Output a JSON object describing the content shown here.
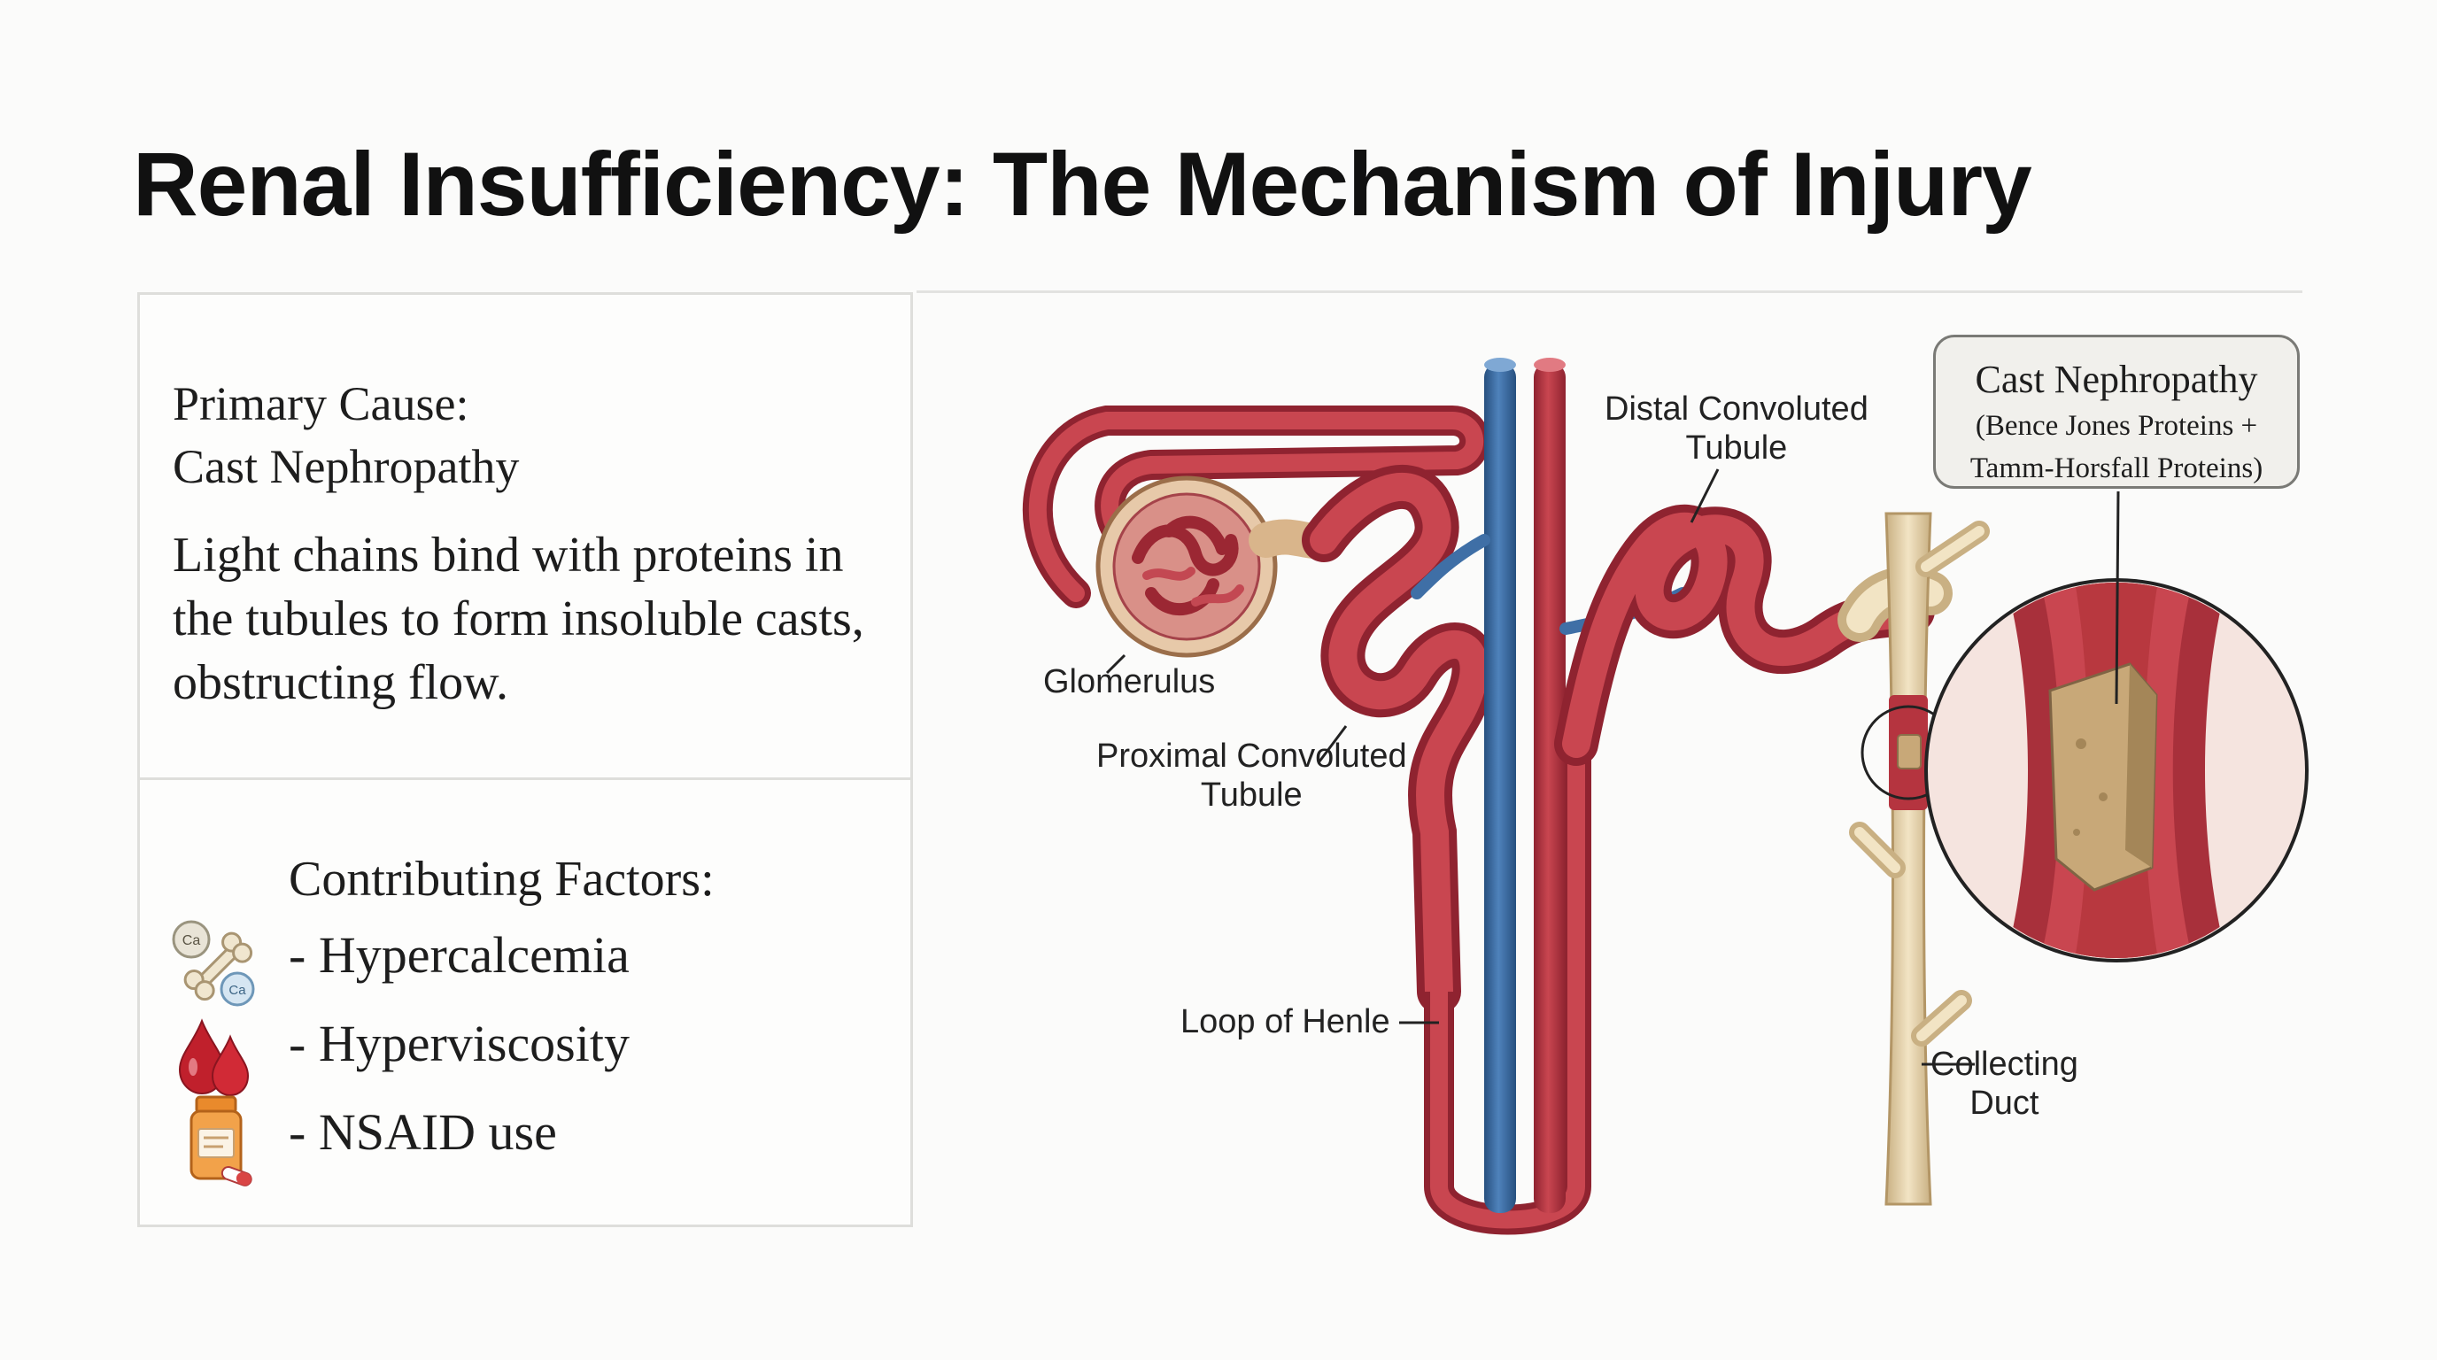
{
  "title": "Renal Insufficiency: The Mechanism of Injury",
  "primary": {
    "heading": "Primary Cause:\nCast Nephropathy",
    "body": "Light chains bind with proteins in the tubules to form insoluble casts, obstructing flow."
  },
  "factors": {
    "heading": "Contributing Factors:",
    "items": [
      {
        "label": "- Hypercalcemia",
        "icon": "bone-calcium-icon"
      },
      {
        "label": "- Hyperviscosity",
        "icon": "blood-drops-icon"
      },
      {
        "label": "- NSAID use",
        "icon": "pill-bottle-icon"
      }
    ]
  },
  "diagram_labels": {
    "glomerulus": "Glomerulus",
    "proximal": "Proximal Convoluted\nTubule",
    "distal": "Distal Convoluted\nTubule",
    "loop": "Loop of Henle",
    "collecting": "Collecting\nDuct"
  },
  "callout": {
    "title": "Cast Nephropathy",
    "subtitle_line1": "(Bence Jones Proteins +",
    "subtitle_line2": "Tamm-Horsfall Proteins)"
  },
  "colors": {
    "artery": "#b5343f",
    "vein": "#3f6fa6",
    "tubule": "#c2454c",
    "duct": "#e3cfa8",
    "cast": "#c8a878"
  }
}
